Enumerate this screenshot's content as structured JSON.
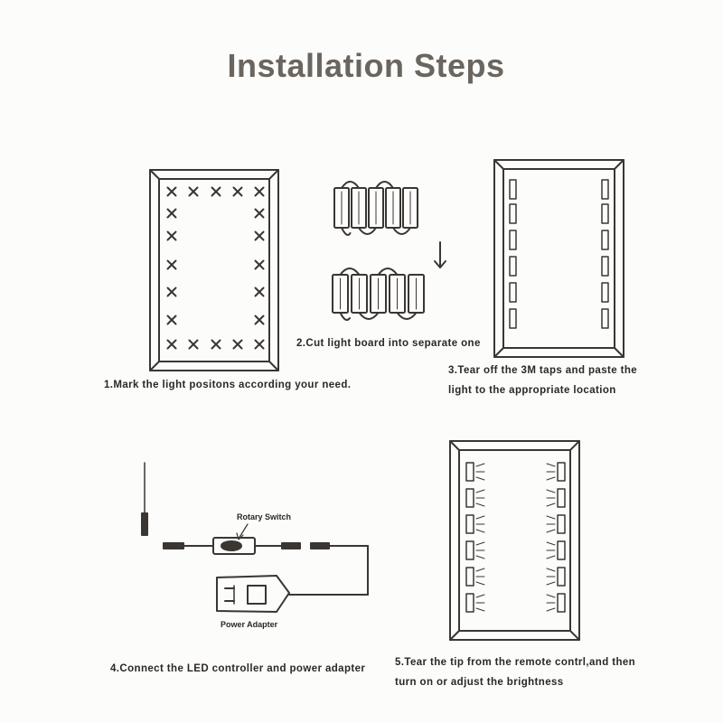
{
  "title": "Installation Steps",
  "steps": [
    {
      "caption": "1.Mark the light positons according your need."
    },
    {
      "caption": "2.Cut light board into separate one"
    },
    {
      "caption_line1": "3.Tear off the 3M taps and paste the",
      "caption_line2": "light to the appropriate location"
    },
    {
      "caption": "4.Connect the LED controller and power adapter",
      "rotary_switch_label": "Rotary Switch",
      "power_adapter_label": "Power Adapter"
    },
    {
      "caption_line1": "5.Tear the tip from the remote contrl,and then",
      "caption_line2": "turn on or adjust the brightness"
    }
  ]
}
